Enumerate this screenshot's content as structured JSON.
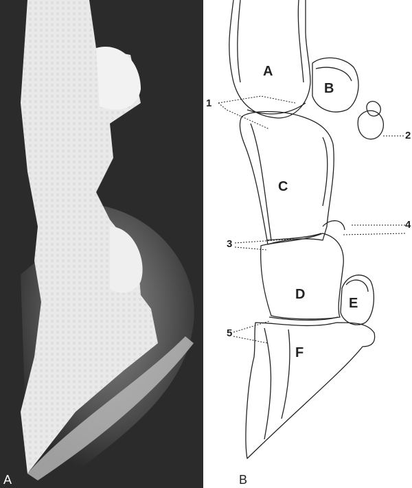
{
  "panels": {
    "left_label": "A",
    "right_label": "B"
  },
  "bones": {
    "a": "A",
    "b": "B",
    "c": "C",
    "d": "D",
    "e": "E",
    "f": "F"
  },
  "callouts": {
    "n1": "1",
    "n2": "2",
    "n3": "3",
    "n4": "4",
    "n5": "5"
  },
  "colors": {
    "xray_background": "#2b2b2b",
    "bone_bright": "#f2f2f2",
    "line": "#222222"
  }
}
